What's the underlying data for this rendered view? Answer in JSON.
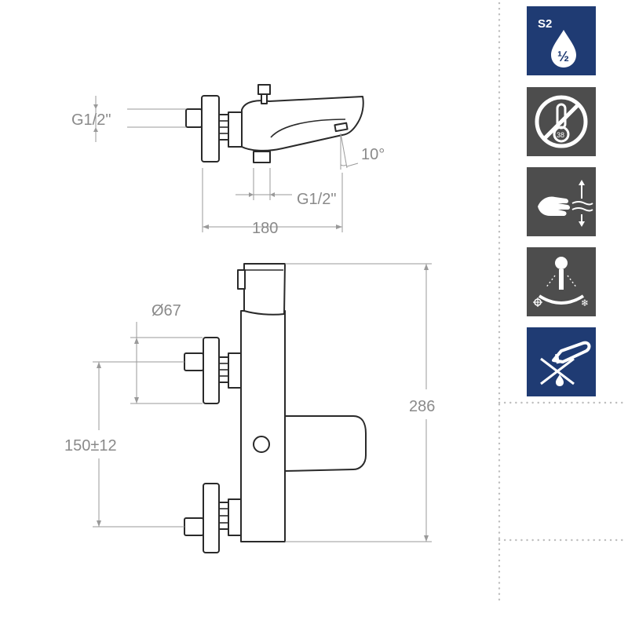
{
  "dimensions": {
    "inlet_thread_left": "G1/2\"",
    "outlet_thread": "G1/2\"",
    "spout_angle": "10°",
    "depth": "180",
    "handle_diameter": "Ø67",
    "centre_distance": "150±12",
    "height": "286"
  },
  "feature_icons": [
    {
      "name": "water-saving-icon",
      "badge": "S2",
      "fraction": "½",
      "background": "#1f3b73"
    },
    {
      "name": "no-thermostat-icon",
      "value": "38",
      "background": "#4d4d4d"
    },
    {
      "name": "easy-clean-icon",
      "background": "#4d4d4d"
    },
    {
      "name": "hot-cold-showerhead-icon",
      "background": "#4d4d4d"
    },
    {
      "name": "no-drip-spout-icon",
      "background": "#1f3b73"
    }
  ],
  "colors": {
    "navy": "#1f3b73",
    "dark_gray": "#4d4d4d",
    "dimension_gray": "#8a8a8a"
  }
}
